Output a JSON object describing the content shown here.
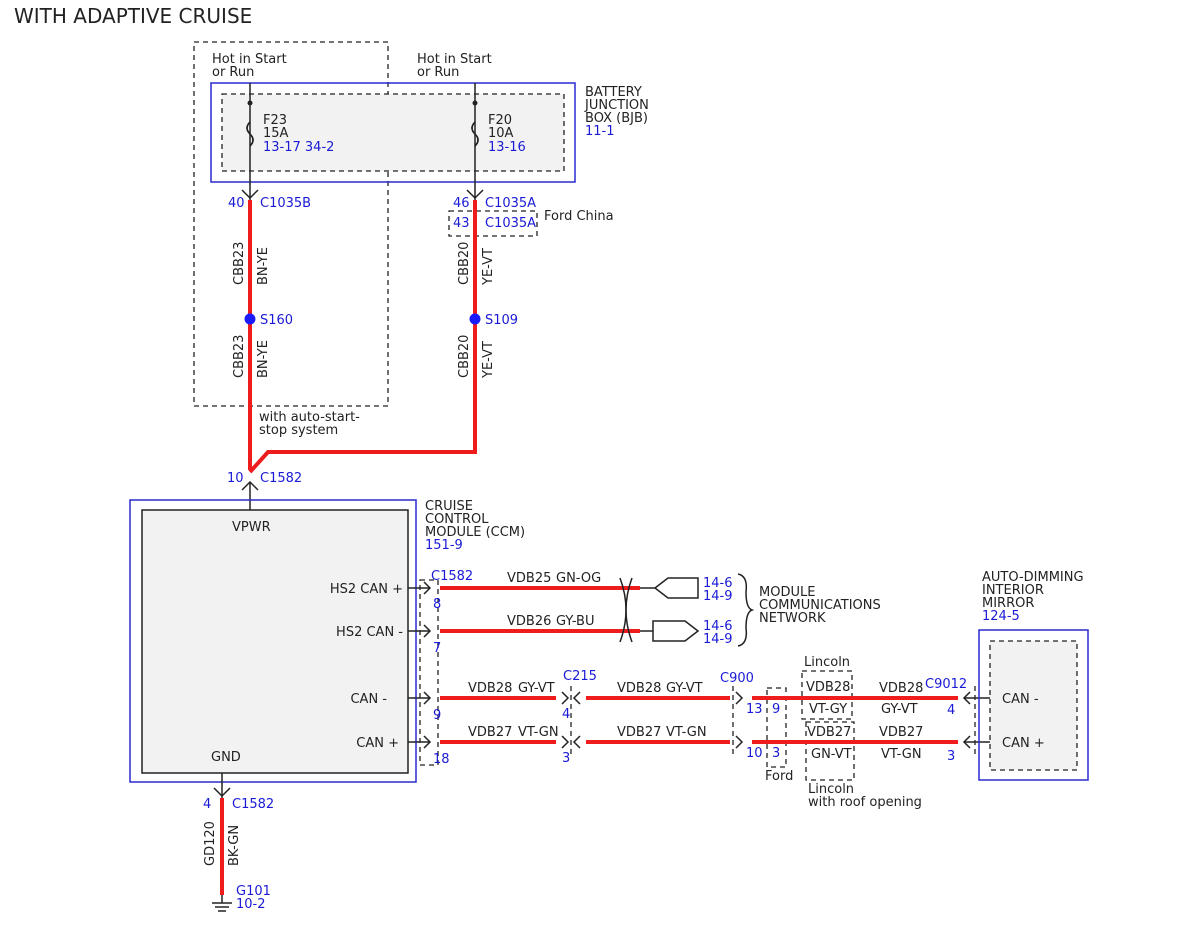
{
  "title": "WITH ADAPTIVE CRUISE",
  "power": {
    "hot_left_1": "Hot in Start",
    "hot_left_2": "or Run",
    "hot_right_1": "Hot in Start",
    "hot_right_2": "or Run"
  },
  "bjb": {
    "name_1": "BATTERY",
    "name_2": "JUNCTION",
    "name_3": "BOX (BJB)",
    "ref": "11-1",
    "f23_name": "F23",
    "f23_amps": "15A",
    "f23_ref": "13-17 34-2",
    "f20_name": "F20",
    "f20_amps": "10A",
    "f20_ref": "13-16"
  },
  "connectors": {
    "left_pin": "40",
    "left_name": "C1035B",
    "right_pin": "46",
    "right_name": "C1035A",
    "china_pin": "43",
    "china_name": "C1035A",
    "china_label": "Ford China"
  },
  "wires": {
    "left_circuit": "CBB23",
    "left_color": "BN-YE",
    "right_circuit": "CBB20",
    "right_color": "YE-VT",
    "s160": "S160",
    "s109": "S109",
    "autostart_1": "with auto-start-",
    "autostart_2": "stop system"
  },
  "ccm": {
    "in_pin": "10",
    "in_conn": "C1582",
    "name_1": "CRUISE",
    "name_2": "CONTROL",
    "name_3": "MODULE (CCM)",
    "ref": "151-9",
    "vpwr": "VPWR",
    "gnd": "GND",
    "hs2p": "HS2 CAN +",
    "hs2m": "HS2 CAN -",
    "canm": "CAN -",
    "canp": "CAN +",
    "out_conn": "C1582",
    "pin8": "8",
    "pin7": "7",
    "pin9": "9",
    "pin18": "18"
  },
  "network": {
    "vdb25": "VDB25",
    "vdb25_color": "GN-OG",
    "vdb26": "VDB26",
    "vdb26_color": "GY-BU",
    "ref_a1": "14-6",
    "ref_a2": "14-9",
    "ref_b1": "14-6",
    "ref_b2": "14-9",
    "name_1": "MODULE",
    "name_2": "COMMUNICATIONS",
    "name_3": "NETWORK"
  },
  "can": {
    "vdb28": "VDB28",
    "gyvt": "GY-VT",
    "vdb27": "VDB27",
    "vtgn": "VT-GN",
    "c215": "C215",
    "c215_p4": "4",
    "c215_p3": "3",
    "c900": "C900",
    "c900_p13": "13",
    "c900_p10": "10",
    "ford_p9": "9",
    "ford_p3": "3",
    "ford": "Ford",
    "lincoln": "Lincoln",
    "lincoln_vdb28": "VDB28",
    "lincoln_vtgy": "VT-GY",
    "lincoln_vdb27": "VDB27",
    "lincoln_gnvt": "GN-VT",
    "lincoln_roof_1": "Lincoln",
    "lincoln_roof_2": "with roof opening",
    "c9012": "C9012",
    "mir_p4": "4",
    "mir_p3": "3"
  },
  "mirror": {
    "name_1": "AUTO-DIMMING",
    "name_2": "INTERIOR",
    "name_3": "MIRROR",
    "ref": "124-5",
    "canm": "CAN -",
    "canp": "CAN +"
  },
  "ground": {
    "pin": "4",
    "conn": "C1582",
    "circuit": "GD120",
    "color": "BK-GN",
    "g101": "G101",
    "ref": "10-2"
  }
}
